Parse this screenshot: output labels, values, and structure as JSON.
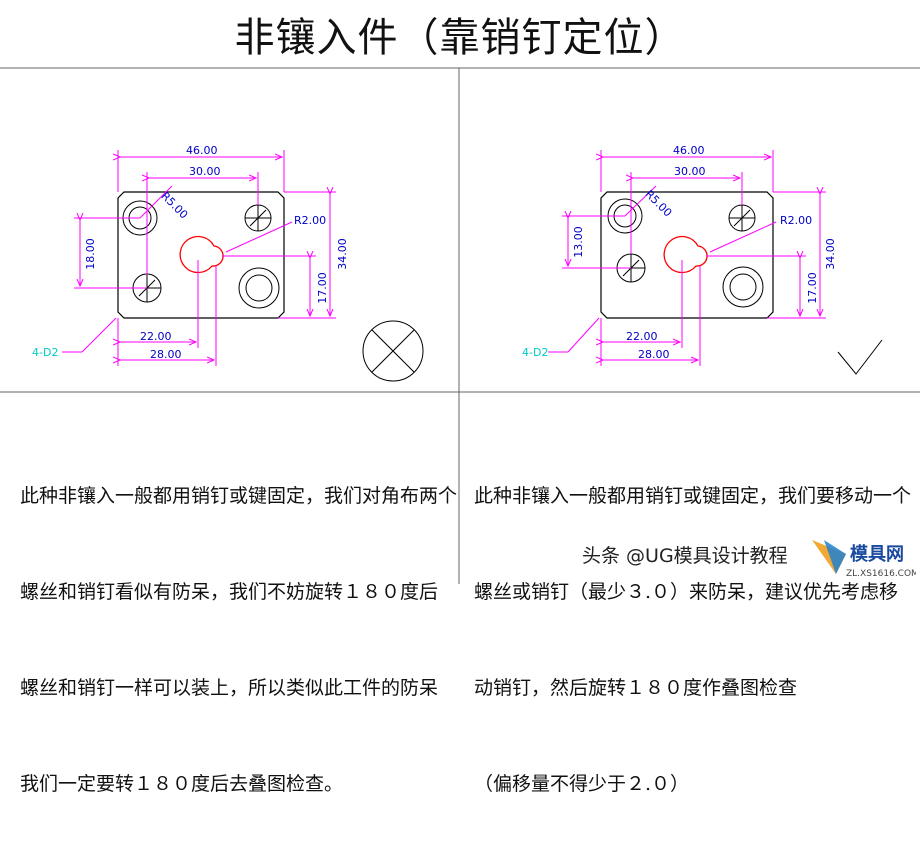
{
  "title": "非镶入件（靠销钉定位）",
  "dims": {
    "w46": "46.00",
    "w30": "30.00",
    "r5": "R5.00",
    "r2": "R2.00",
    "h34": "34.00",
    "h17": "17.00",
    "w22": "22.00",
    "w28": "28.00",
    "h18": "18.00",
    "h13": "13.00",
    "corner": "4-D2"
  },
  "left_panel": {
    "verdict": "wrong",
    "text": [
      "此种非镶入一般都用销钉或键固定，我们对角布两个",
      "螺丝和销钉看似有防呆，我们不妨旋转１８０度后",
      "螺丝和销钉一样可以装上，所以类似此工件的防呆",
      "我们一定要转１８０度后去叠图检查。"
    ]
  },
  "right_panel": {
    "verdict": "correct",
    "text": [
      "此种非镶入一般都用销钉或键固定，我们要移动一个",
      "螺丝或销钉（最少３.０）来防呆，建议优先考虑移",
      "动销钉，然后旋转１８０度作叠图检查",
      "（偏移量不得少于２.０）"
    ]
  },
  "watermark": {
    "text": "头条 @UG模具设计教程",
    "logo_text": "模具网",
    "logo_url": "ZL.XS1616.COM"
  },
  "colors": {
    "dimension": "#ff00ff",
    "pin": "#ff0000",
    "blue_text": "#0000c8",
    "cyan_text": "#00c8c8",
    "outline": "#000000"
  }
}
